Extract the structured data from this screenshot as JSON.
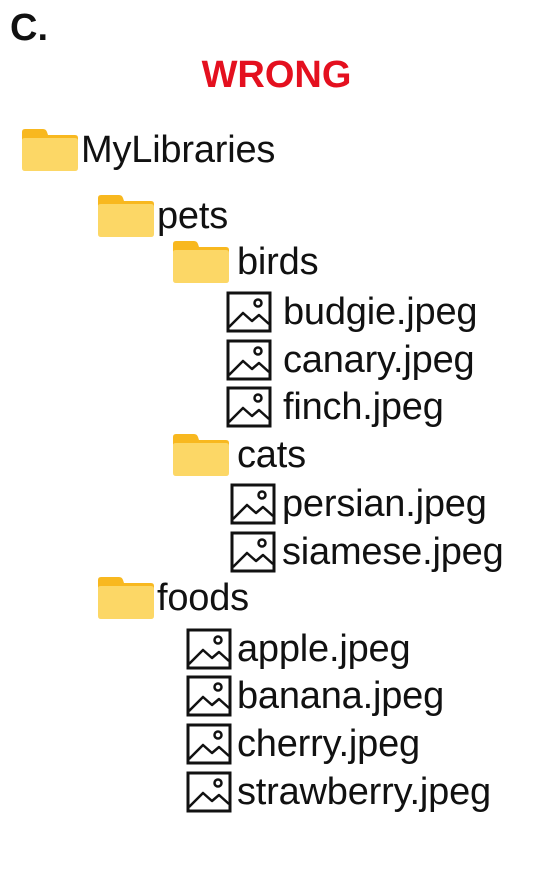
{
  "panel_label": "C.",
  "verdict": "WRONG",
  "colors": {
    "verdict": "#e4101f",
    "folder_body": "#fcd766",
    "folder_tab": "#f8b81f",
    "text": "#111111"
  },
  "tree": {
    "root": {
      "name": "MyLibraries",
      "icon": "folder-icon",
      "children": {
        "pets": {
          "name": "pets",
          "icon": "folder-icon",
          "birds": {
            "name": "birds",
            "icon": "folder-icon",
            "files": [
              "budgie.jpeg",
              "canary.jpeg",
              "finch.jpeg"
            ]
          },
          "cats": {
            "name": "cats",
            "icon": "folder-icon",
            "files": [
              "persian.jpeg",
              "siamese.jpeg"
            ]
          }
        },
        "foods": {
          "name": "foods",
          "icon": "folder-icon",
          "files": [
            "apple.jpeg",
            "banana.jpeg",
            "cherry.jpeg",
            "strawberry.jpeg"
          ]
        }
      }
    }
  }
}
